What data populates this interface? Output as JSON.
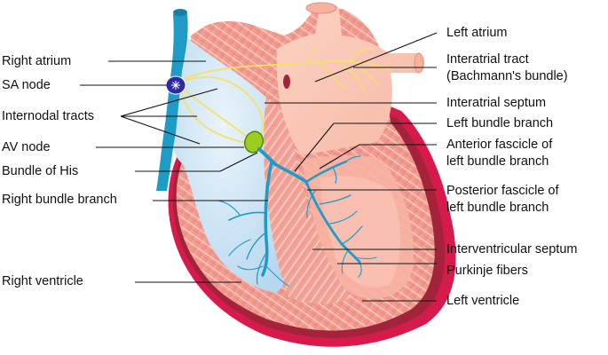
{
  "diagram": {
    "left_labels": {
      "right_atrium": "Right atrium",
      "sa_node": "SA node",
      "internodal_tracts": "Internodal tracts",
      "av_node": "AV node",
      "bundle_of_his": "Bundle of His",
      "right_bundle_branch": "Right bundle branch",
      "right_ventricle": "Right ventricle"
    },
    "right_labels": {
      "left_atrium": "Left atrium",
      "interatrial_tract_line1": "Interatrial tract",
      "interatrial_tract_line2": "(Bachmann's bundle)",
      "interatrial_septum": "Interatrial septum",
      "left_bundle_branch": "Left bundle branch",
      "anterior_fascicle_line1": "Anterior fascicle of",
      "anterior_fascicle_line2": "left bundle branch",
      "posterior_fascicle_line1": "Posterior fascicle of",
      "posterior_fascicle_line2": "left bundle branch",
      "interventricular_septum": "Interventricular septum",
      "purkinje_fibers": "Purkinje fibers",
      "left_ventricle": "Left ventricle"
    },
    "colors": {
      "conduction": "#1e9bc7",
      "av_node": "#9acd1f",
      "sa_node": "#2c2aa0",
      "right_heart": "#cfe6f6",
      "myocardium": "#f29e93",
      "epicardium": "#d61a4b",
      "tracts": "#f5e06a"
    }
  }
}
